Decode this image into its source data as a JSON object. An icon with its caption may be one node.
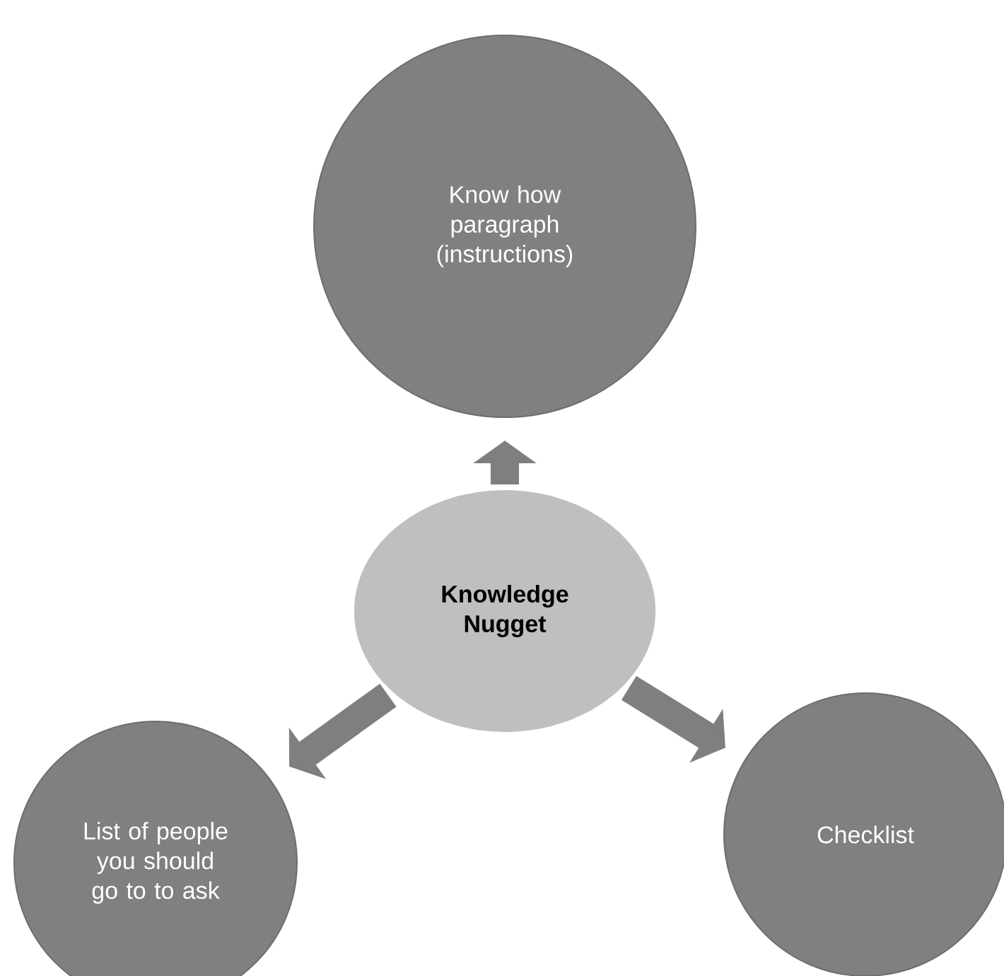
{
  "diagram": {
    "nodes": [
      {
        "text": [
          "Knowledge Nugget"
        ]
      },
      {
        "text": [
          "Know how paragraph (instructions)"
        ]
      },
      {
        "text": [
          "List of people you should go to to ask"
        ]
      },
      {
        "text": [
          "Checklist"
        ]
      }
    ],
    "edges": [
      {
        "from": 0,
        "to": 1,
        "arrow": "to"
      },
      {
        "from": 0,
        "to": 2,
        "arrow": "to"
      },
      {
        "from": 0,
        "to": 3,
        "arrow": "to"
      }
    ]
  }
}
